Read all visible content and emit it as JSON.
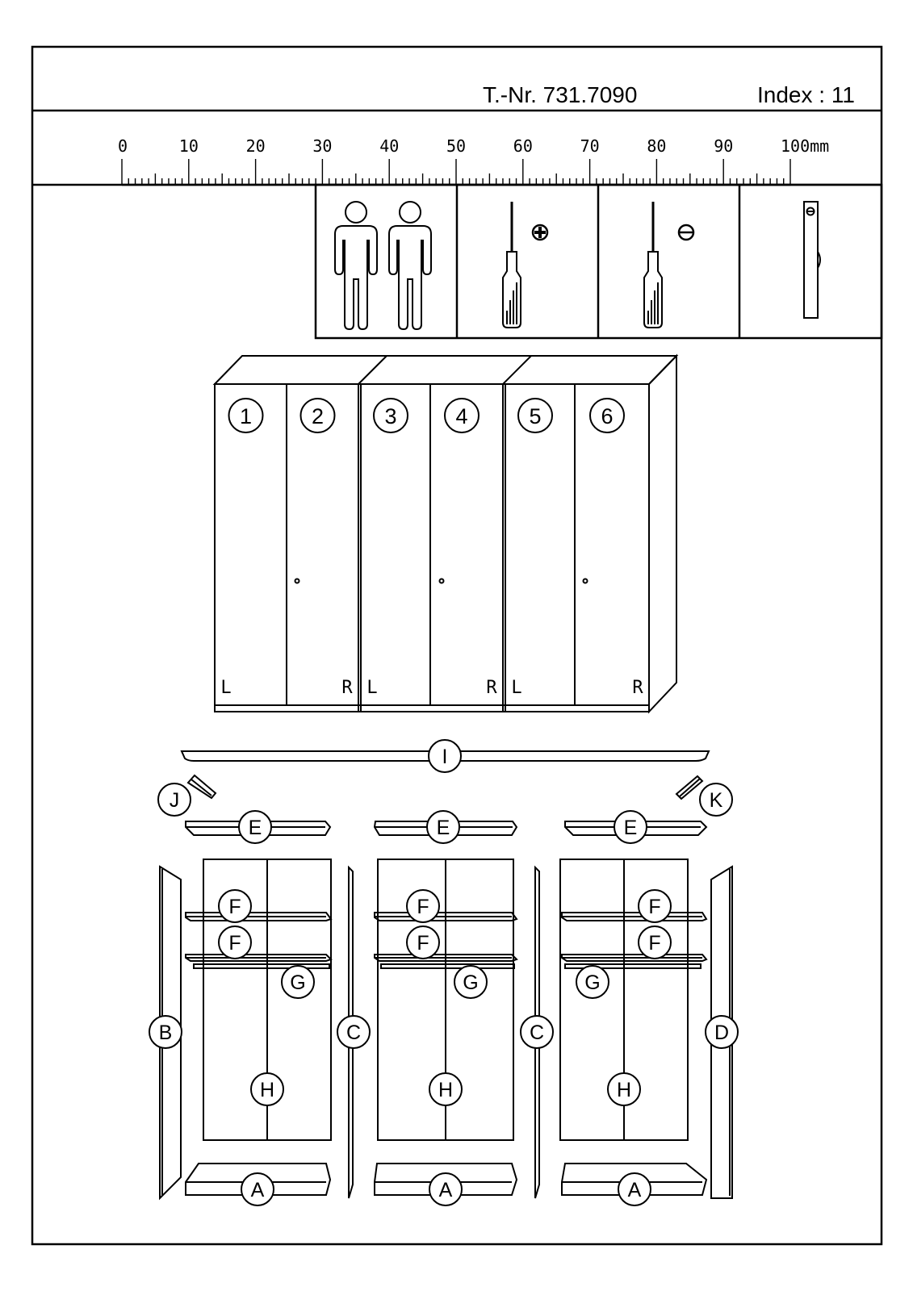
{
  "header": {
    "part_number": "T.-Nr. 731.7090",
    "index": "Index : 11"
  },
  "ruler": {
    "labels": [
      "0",
      "10",
      "20",
      "30",
      "40",
      "50",
      "60",
      "70",
      "80",
      "90",
      "100mm"
    ]
  },
  "tools": [
    {
      "icon": "two-persons-icon"
    },
    {
      "icon": "phillips-screwdriver-icon"
    },
    {
      "icon": "flathead-screwdriver-icon"
    },
    {
      "icon": "spirit-level-icon"
    }
  ],
  "doors": [
    {
      "number": "1",
      "side": "L"
    },
    {
      "number": "2",
      "side": "R"
    },
    {
      "number": "3",
      "side": "L"
    },
    {
      "number": "4",
      "side": "R"
    },
    {
      "number": "5",
      "side": "L"
    },
    {
      "number": "6",
      "side": "R"
    }
  ],
  "parts": {
    "top_rail": "I",
    "left_corner": "J",
    "right_corner": "K",
    "top": "E",
    "shelf": "F",
    "rod": "G",
    "back": "H",
    "bottom": "A",
    "side_left": "B",
    "side_middle": "C",
    "side_right": "D"
  }
}
